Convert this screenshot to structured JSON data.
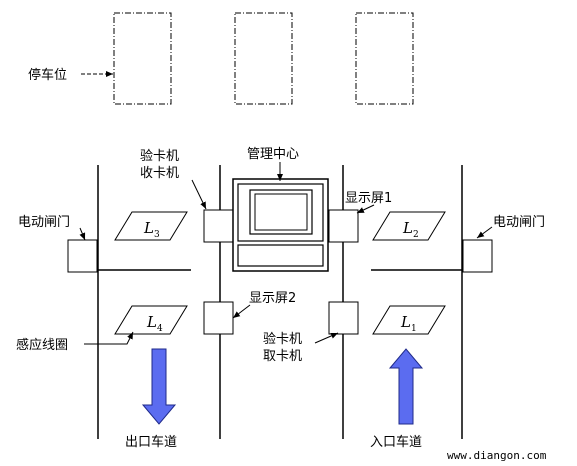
{
  "labels": {
    "parking_space": "停车位",
    "card_verifier_collector": [
      "验卡机",
      "收卡机"
    ],
    "management_center": "管理中心",
    "display_1": "显示屏1",
    "display_2": "显示屏2",
    "electric_gate_left": "电动闸门",
    "electric_gate_right": "电动闸门",
    "induction_coil": "感应线圈",
    "card_verifier_dispenser": [
      "验卡机",
      "取卡机"
    ],
    "exit_lane": "出口车道",
    "entry_lane": "入口车道",
    "watermark": "www.diangon.com"
  },
  "loops": [
    {
      "letter": "L",
      "sub": "3"
    },
    {
      "letter": "L",
      "sub": "2"
    },
    {
      "letter": "L",
      "sub": "4"
    },
    {
      "letter": "L",
      "sub": "1"
    }
  ],
  "colors": {
    "line": "#000000",
    "arrow_fill": "#5b6cf0",
    "arrow_stroke": "#1f2a8a"
  },
  "icons": {
    "arrows": [
      "down-arrow-icon",
      "up-arrow-icon"
    ],
    "computer": "computer-terminal-icon"
  }
}
